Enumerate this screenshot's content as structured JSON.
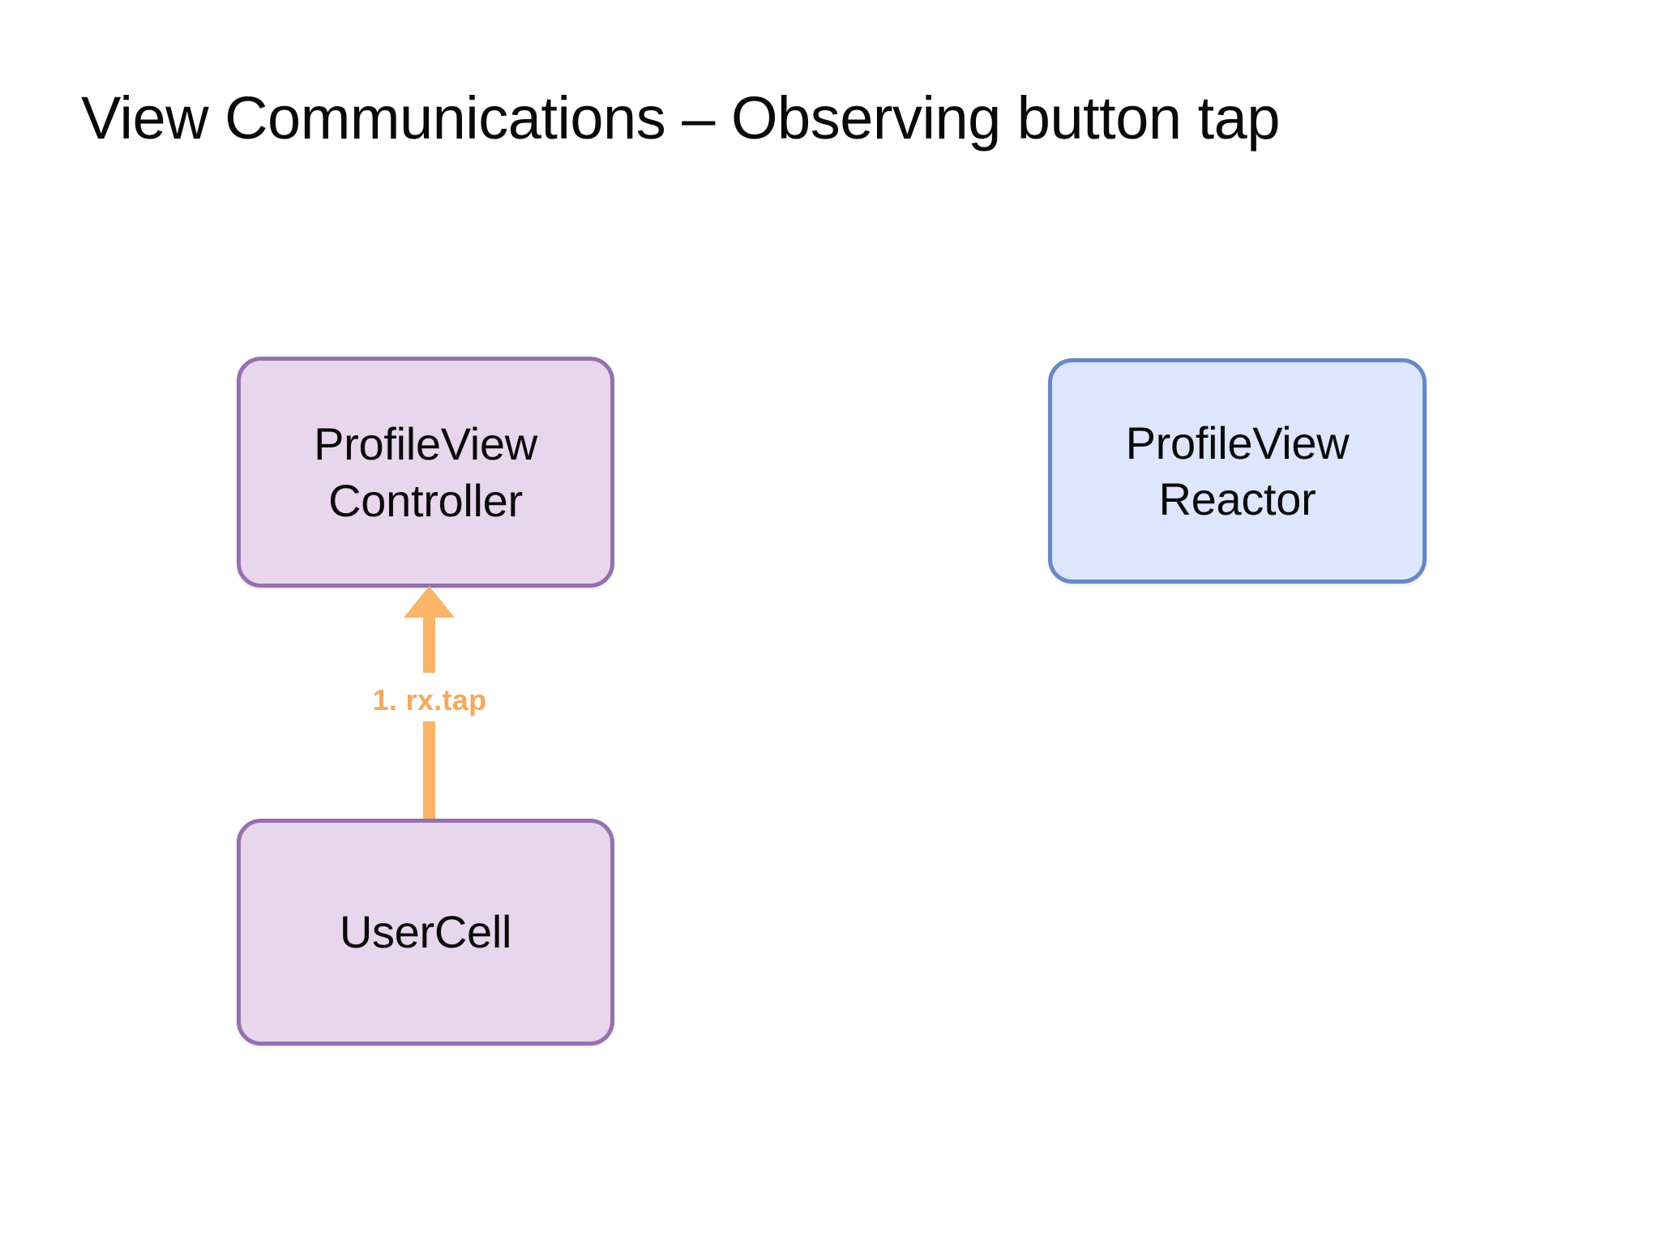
{
  "slide": {
    "title": "View Communications – Observing button tap",
    "background_color": "#ffffff"
  },
  "diagram": {
    "nodes": [
      {
        "id": "profile-view-controller",
        "label": "ProfileView\nController",
        "fill_color": "#e7d6ec",
        "border_color": "#9570ad"
      },
      {
        "id": "user-cell",
        "label": "UserCell",
        "fill_color": "#e7d6ec",
        "border_color": "#9570ad"
      },
      {
        "id": "profile-view-reactor",
        "label": "ProfileView\nReactor",
        "fill_color": "#dde6fc",
        "border_color": "#6689c4"
      }
    ],
    "connectors": [
      {
        "id": "rx-tap",
        "label": "1. rx.tap",
        "from": "user-cell",
        "to": "profile-view-controller",
        "direction": "up",
        "color": "#f9b468",
        "label_color": "#f5a95c"
      }
    ]
  }
}
